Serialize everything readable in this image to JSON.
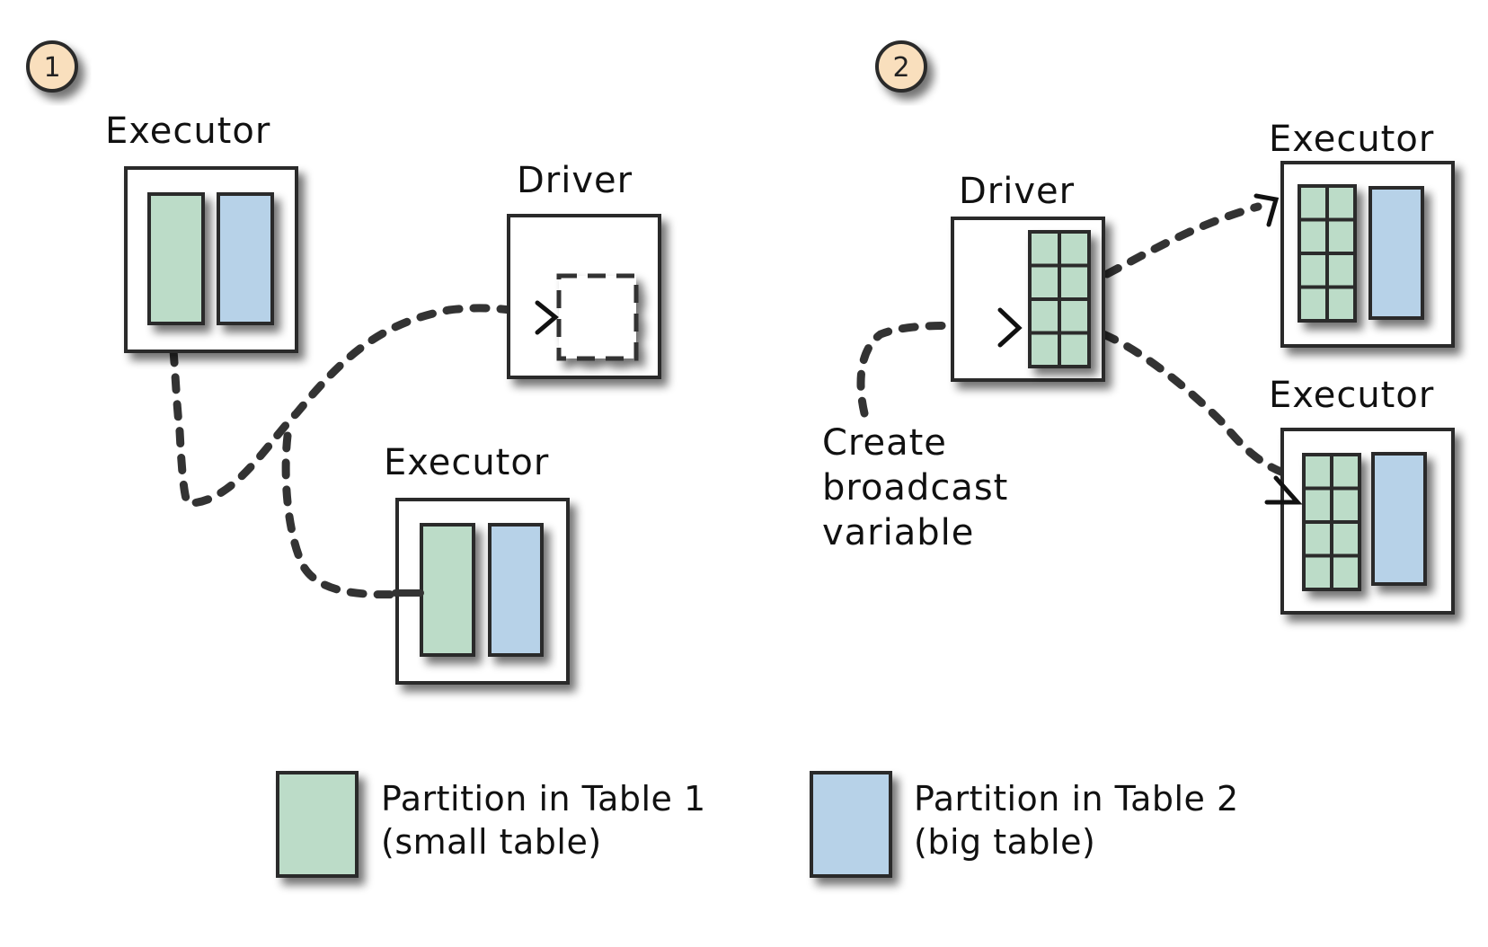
{
  "panels": [
    {
      "step": "1",
      "nodes": {
        "executor_a": {
          "label": "Executor"
        },
        "driver": {
          "label": "Driver"
        },
        "executor_b": {
          "label": "Executor"
        }
      }
    },
    {
      "step": "2",
      "nodes": {
        "driver": {
          "label": "Driver"
        },
        "executor_a": {
          "label": "Executor"
        },
        "executor_b": {
          "label": "Executor"
        }
      },
      "annotation": [
        "Create",
        "broadcast",
        "variable"
      ]
    }
  ],
  "legend": [
    {
      "line1": "Partition in Table 1",
      "line2": "(small table)",
      "color": "#bcdcc8"
    },
    {
      "line1": "Partition in Table 2",
      "line2": "(big table)",
      "color": "#b7d2e8"
    }
  ],
  "colors": {
    "small_table": "#bcdcc8",
    "big_table": "#b7d2e8",
    "badge": "#f9dfbd",
    "stroke": "#2b2b2b",
    "dotted": "#333333"
  }
}
